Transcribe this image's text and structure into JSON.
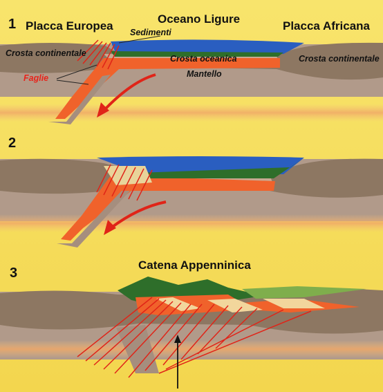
{
  "diagram": {
    "panels": [
      {
        "number": "1",
        "labels": {
          "plate_left": "Placca Europea",
          "ocean": "Oceano Ligure",
          "plate_right": "Placca Africana",
          "sediments": "Sedimenti",
          "crust_left": "Crosta continentale",
          "crust_oceanic": "Crosta oceanica",
          "crust_right": "Crosta continentale",
          "faults": "Faglie",
          "mantle": "Mantello"
        }
      },
      {
        "number": "2"
      },
      {
        "number": "3",
        "title": "Catena Appenninica"
      }
    ]
  },
  "colors": {
    "background": "#f7e26a",
    "upper_layer": "#8f7964",
    "mantle": "#b09788",
    "oceanic_crust": "#f0602a",
    "ocean_water": "#2a5ec0",
    "sediments": "#2e6e2a",
    "faults": "#e02418"
  }
}
